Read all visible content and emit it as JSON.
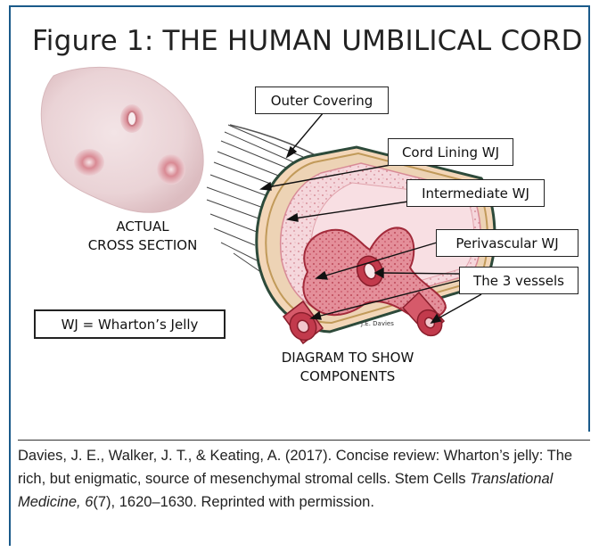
{
  "figure": {
    "title": "Figure 1: THE HUMAN UMBILICAL CORD",
    "labels": {
      "outer_covering": "Outer Covering",
      "cord_lining": "Cord Lining WJ",
      "intermediate": "Intermediate WJ",
      "perivascular": "Perivascular WJ",
      "vessels": "The 3 vessels",
      "actual_line1": "ACTUAL",
      "actual_line2": "CROSS SECTION",
      "legend": "WJ = Wharton’s Jelly",
      "diagram_line1": "DIAGRAM TO SHOW",
      "diagram_line2": "COMPONENTS",
      "signature": "J.E. Davies"
    }
  },
  "caption": {
    "part1": "Davies, J. E., Walker, J. T., & Keating, A. (2017). Concise review: Wharton’s jelly: The rich, but enigmatic, source of mesenchymal stromal cells. Stem Cells ",
    "journal": "Translational Medicine, 6",
    "part2": "(7), 1620–1630. Reprinted with permission."
  }
}
